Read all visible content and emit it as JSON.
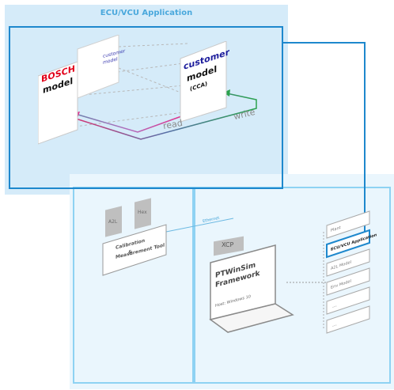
{
  "ecu_app": {
    "title": "ECU/VCU Application",
    "bosch_card": {
      "brand": "BOSCH",
      "label": "model"
    },
    "customer_small_card": {
      "line1": "customer",
      "line2": "model"
    },
    "customer_card": {
      "line1": "customer",
      "line2": "model",
      "line3": "(CCA)"
    },
    "arrows": {
      "read": "read",
      "write": "write"
    }
  },
  "sim": {
    "files": [
      "A2L",
      "Hex"
    ],
    "tool": {
      "line1": "Calibration",
      "line2": "&",
      "line3": "Measurement Tool"
    },
    "link_label": "Ethernet",
    "xcp": "XCP",
    "laptop": {
      "line1": "PTWinSim",
      "line2": "Framework",
      "host": "Host: Windows 10"
    },
    "stack": [
      "Plant",
      "ECU/VCU Application",
      "A2L Model",
      "Env Model",
      "...",
      "..."
    ]
  },
  "colors": {
    "accent": "#1e88cd",
    "panel": "#d5ebf9",
    "read_arrow": "#5d7a9e",
    "write_arrow": "#3aa05a",
    "bosch_red": "#e2001a",
    "customer_navy": "#1d1d9c"
  }
}
